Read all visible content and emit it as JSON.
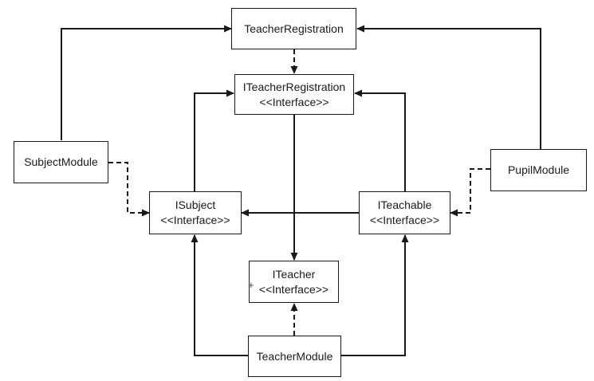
{
  "diagram": {
    "colors": {
      "line": "#1a1a1a",
      "background": "#ffffff"
    },
    "nodes": {
      "teacher_registration": {
        "name": "TeacherRegistration"
      },
      "iteacher_registration": {
        "name": "ITeacherRegistration",
        "stereotype": "<<Interface>>"
      },
      "subject_module": {
        "name": "SubjectModule"
      },
      "pupil_module": {
        "name": "PupilModule"
      },
      "isubject": {
        "name": "ISubject",
        "stereotype": "<<Interface>>"
      },
      "iteachable": {
        "name": "ITeachable",
        "stereotype": "<<Interface>>"
      },
      "iteacher": {
        "name": "ITeacher",
        "stereotype": "<<Interface>>"
      },
      "teacher_module": {
        "name": "TeacherModule"
      }
    },
    "edges": [
      {
        "from": "subject_module",
        "to": "teacher_registration",
        "style": "solid"
      },
      {
        "from": "pupil_module",
        "to": "teacher_registration",
        "style": "solid"
      },
      {
        "from": "teacher_registration",
        "to": "iteacher_registration",
        "style": "dashed"
      },
      {
        "from": "isubject",
        "to": "iteacher_registration",
        "style": "solid"
      },
      {
        "from": "iteachable",
        "to": "iteacher_registration",
        "style": "solid"
      },
      {
        "from": "iteachable",
        "to": "isubject",
        "style": "solid"
      },
      {
        "from": "subject_module",
        "to": "isubject",
        "style": "dashed"
      },
      {
        "from": "pupil_module",
        "to": "iteachable",
        "style": "dashed"
      },
      {
        "from": "iteacher_registration",
        "to": "iteacher",
        "style": "solid"
      },
      {
        "from": "teacher_module",
        "to": "iteacher",
        "style": "dashed"
      },
      {
        "from": "teacher_module",
        "to": "isubject",
        "style": "solid"
      },
      {
        "from": "teacher_module",
        "to": "iteachable",
        "style": "solid"
      }
    ]
  }
}
